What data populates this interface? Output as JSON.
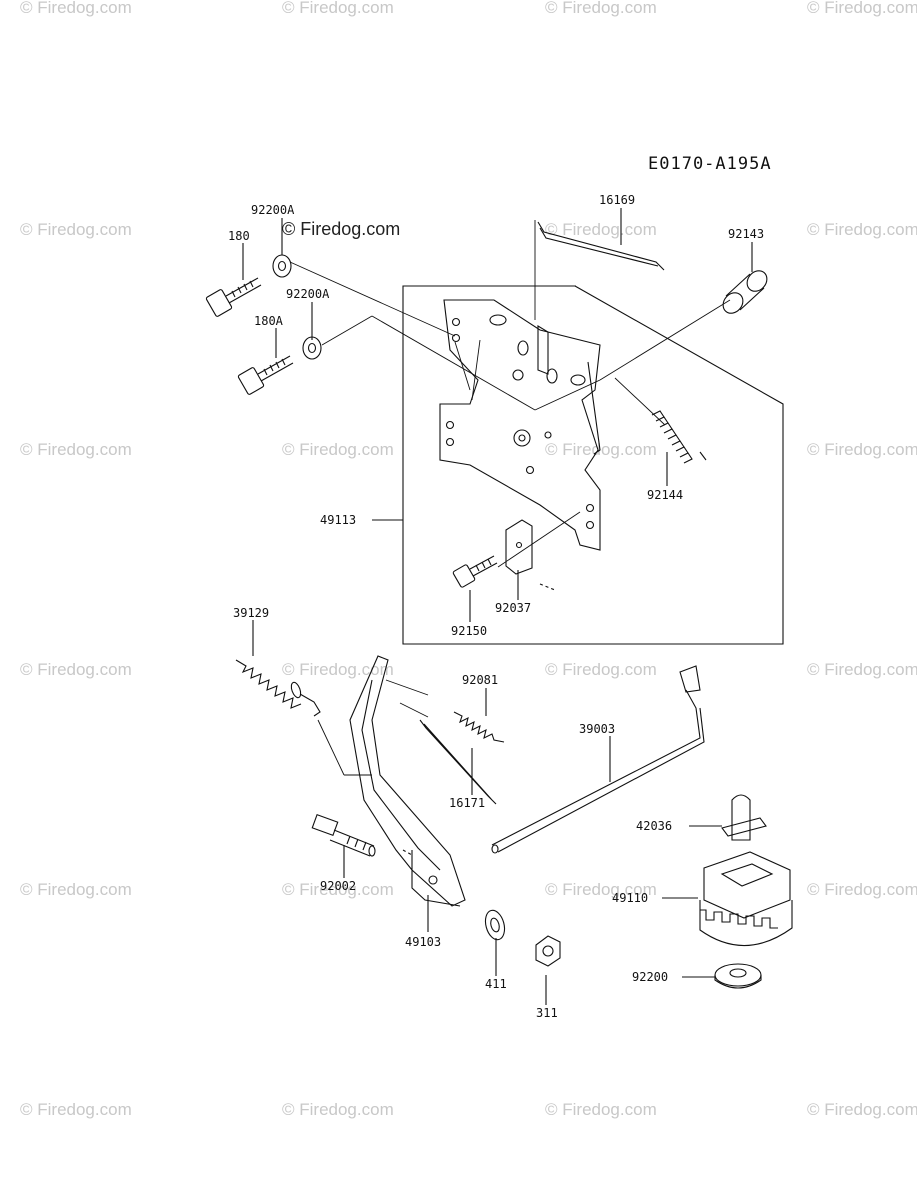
{
  "watermark": "© Firedog.com",
  "brand_mark": "© Firedog.com",
  "drawing_code": "E0170-A195A",
  "parts": {
    "p180": "180",
    "p92200A_1": "92200A",
    "p92200A_2": "92200A",
    "p180A": "180A",
    "p16169": "16169",
    "p92143": "92143",
    "p92144": "92144",
    "p49113": "49113",
    "p92037": "92037",
    "p92150": "92150",
    "p39129": "39129",
    "p92081": "92081",
    "p39003": "39003",
    "p16171": "16171",
    "p42036": "42036",
    "p92002": "92002",
    "p49110": "49110",
    "p49103": "49103",
    "p411": "411",
    "p311": "311",
    "p92200": "92200"
  }
}
